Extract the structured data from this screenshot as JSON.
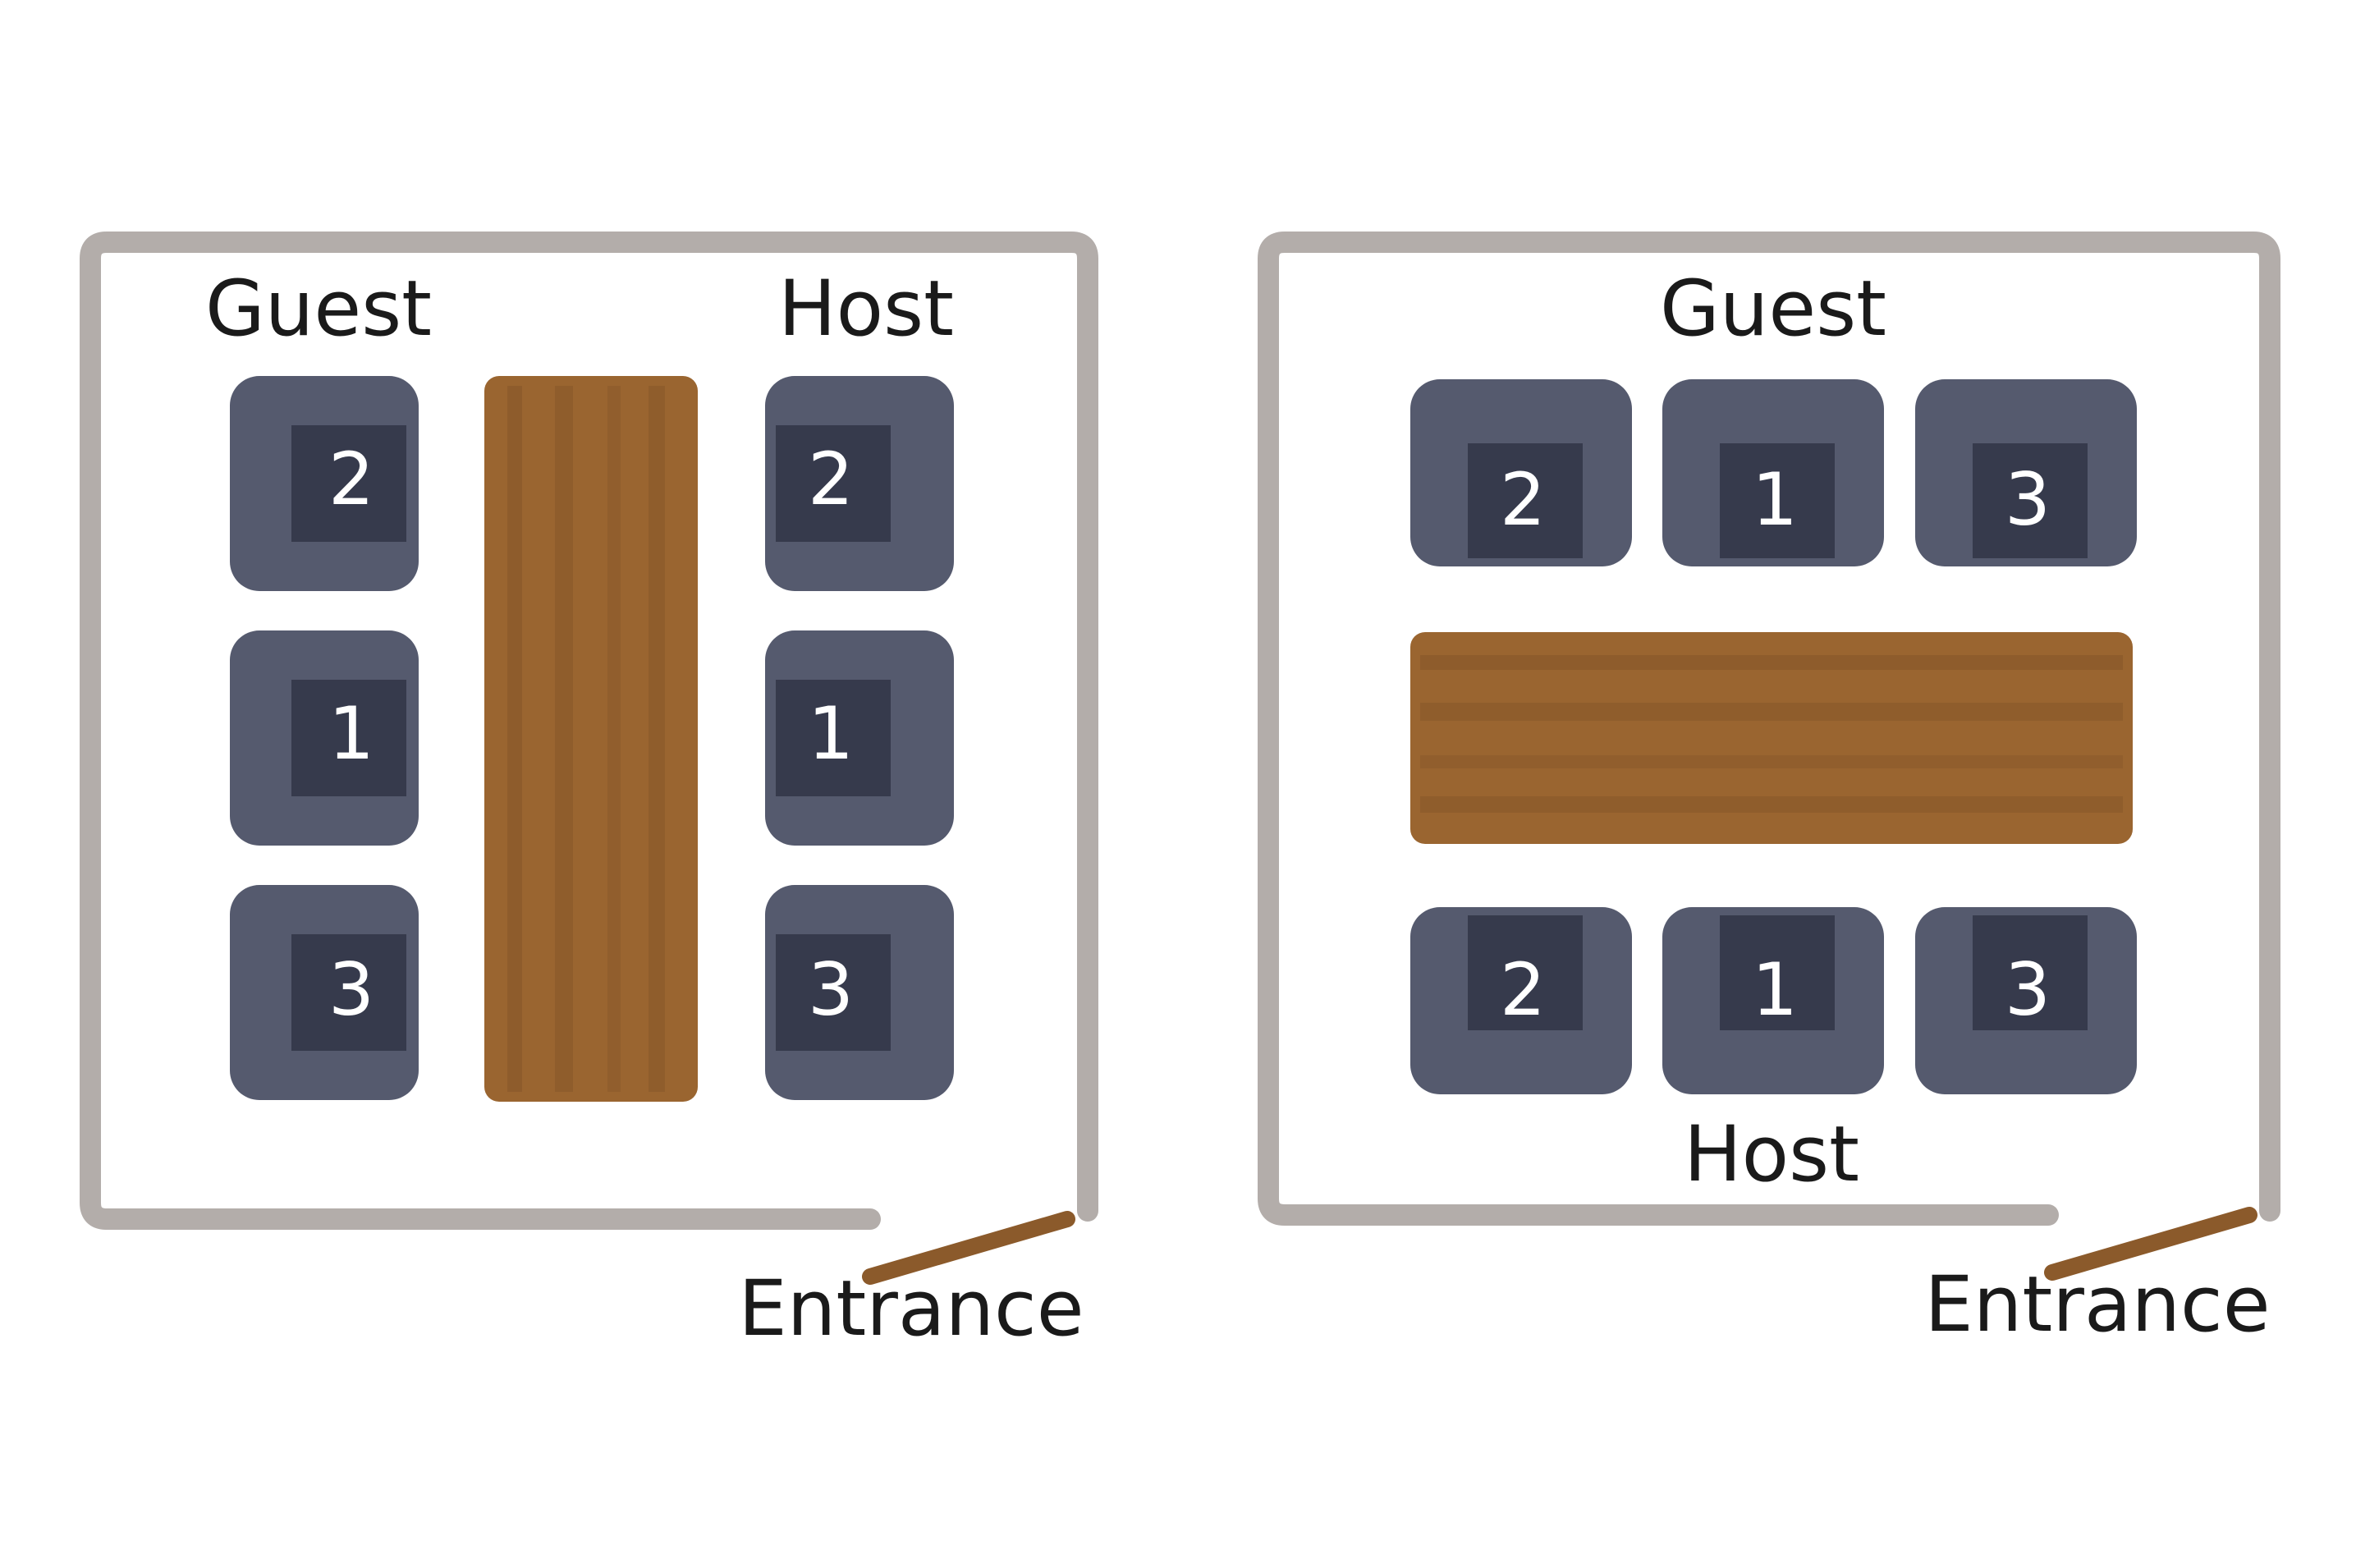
{
  "colors": {
    "wall": "#b3adaa",
    "door": "#8b5a2b",
    "chair_frame": "#555a6e",
    "chair_seat": "#363a4c",
    "table": "#9a6530",
    "table_stripe": "#87572a",
    "text": "#1a1a1a",
    "seat_number": "#ffffff"
  },
  "rooms": [
    {
      "layout": "vertical-table",
      "guest_label": "Guest",
      "host_label": "Host",
      "entrance_label": "Entrance",
      "guest_seats": [
        "2",
        "1",
        "3"
      ],
      "host_seats": [
        "2",
        "1",
        "3"
      ]
    },
    {
      "layout": "horizontal-table",
      "guest_label": "Guest",
      "host_label": "Host",
      "entrance_label": "Entrance",
      "guest_seats": [
        "2",
        "1",
        "3"
      ],
      "host_seats": [
        "2",
        "1",
        "3"
      ]
    }
  ]
}
